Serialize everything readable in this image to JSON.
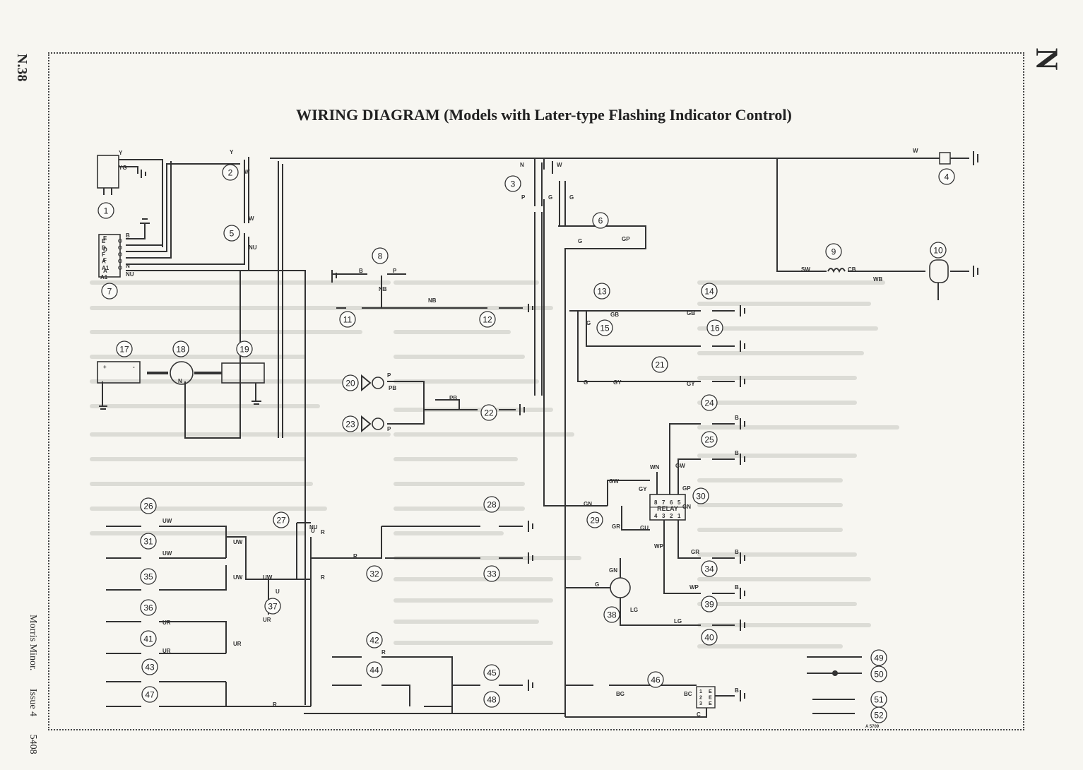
{
  "page": {
    "title": "WIRING DIAGRAM (Models with Later-type Flashing Indicator Control)",
    "page_number": "N.38",
    "section_letter": "N",
    "footer_model": "Morris Minor.",
    "footer_issue": "Issue 4",
    "footer_code": "5408"
  },
  "wire_codes": [
    "Y",
    "YG",
    "W",
    "N",
    "P",
    "G",
    "GP",
    "NU",
    "B",
    "E",
    "D",
    "F",
    "A",
    "A1",
    "NB",
    "GB",
    "GY",
    "GW",
    "GN",
    "GR",
    "GU",
    "WN",
    "WP",
    "UW",
    "UR",
    "U",
    "R",
    "PB",
    "LG",
    "BG",
    "BC",
    "C",
    "SW",
    "CB",
    "WB"
  ],
  "components": {
    "relay_label": "RELAY",
    "relay_top_pins": [
      "8",
      "7",
      "6",
      "5"
    ],
    "relay_bottom_pins": [
      "4",
      "3",
      "2",
      "1"
    ],
    "control_box_terminals": [
      "E",
      "D",
      "F",
      "A",
      "A1"
    ],
    "fuse_terminals": [
      "1",
      "2",
      "3"
    ],
    "fuse_labels": [
      "E",
      "E",
      "E"
    ],
    "battery_symbols": [
      "+",
      "-"
    ],
    "fuel_unit_label": "N",
    "circled_numbers": [
      "1",
      "2",
      "3",
      "4",
      "5",
      "6",
      "7",
      "8",
      "9",
      "10",
      "11",
      "12",
      "13",
      "14",
      "15",
      "16",
      "17",
      "18",
      "19",
      "20",
      "21",
      "22",
      "23",
      "24",
      "25",
      "26",
      "27",
      "28",
      "29",
      "30",
      "31",
      "32",
      "33",
      "34",
      "35",
      "36",
      "37",
      "38",
      "39",
      "40",
      "41",
      "42",
      "43",
      "44",
      "45",
      "46",
      "47",
      "48",
      "49",
      "50",
      "51",
      "52"
    ],
    "stamp": "A 5709"
  }
}
